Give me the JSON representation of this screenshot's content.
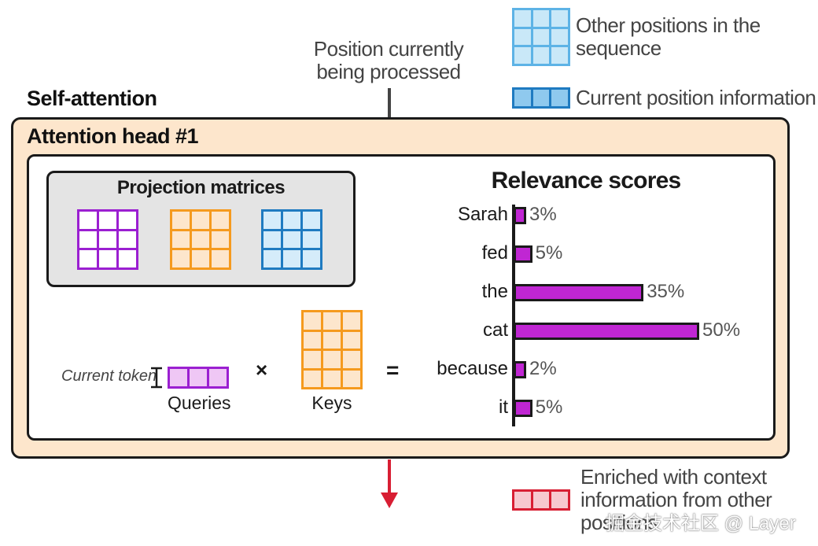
{
  "legend": {
    "other_positions": "Other positions in the sequence",
    "other_positions_line1": "Other positions in the",
    "other_positions_line2": "sequence",
    "current_position": "Current position information",
    "enriched_line1": "Enriched with context",
    "enriched_line2": "information from other",
    "enriched_line3": "positions"
  },
  "annotation": {
    "position_line1": "Position currently",
    "position_line2": "being processed"
  },
  "labels": {
    "self_attention": "Self-attention",
    "attention_head": "Attention head #1",
    "projection_matrices": "Projection matrices",
    "current_token": "Current token",
    "queries": "Queries",
    "keys": "Keys",
    "times": "×",
    "equals": "="
  },
  "chart_data": {
    "type": "bar",
    "title": "Relevance scores",
    "categories": [
      "Sarah",
      "fed",
      "the",
      "cat",
      "because",
      "it"
    ],
    "values": [
      3,
      5,
      35,
      50,
      2,
      5
    ],
    "value_labels": [
      "3%",
      "5%",
      "35%",
      "50%",
      "2%",
      "5%"
    ],
    "orientation": "horizontal",
    "xlim": [
      0,
      50
    ]
  },
  "watermark": "掘金技术社区 @ Layer",
  "colors": {
    "purple": "#9b1fd1",
    "purple_fill": "#efc7f5",
    "orange": "#f59a1e",
    "orange_fill": "#fde6cc",
    "blue": "#1f7bc1",
    "light_blue": "#5db3e6",
    "light_blue_fill": "#c9e8f8",
    "mid_blue_fill": "#8fc9ee",
    "red": "#d81e33",
    "red_fill": "#f7c8cf",
    "bar": "#c026d3"
  }
}
